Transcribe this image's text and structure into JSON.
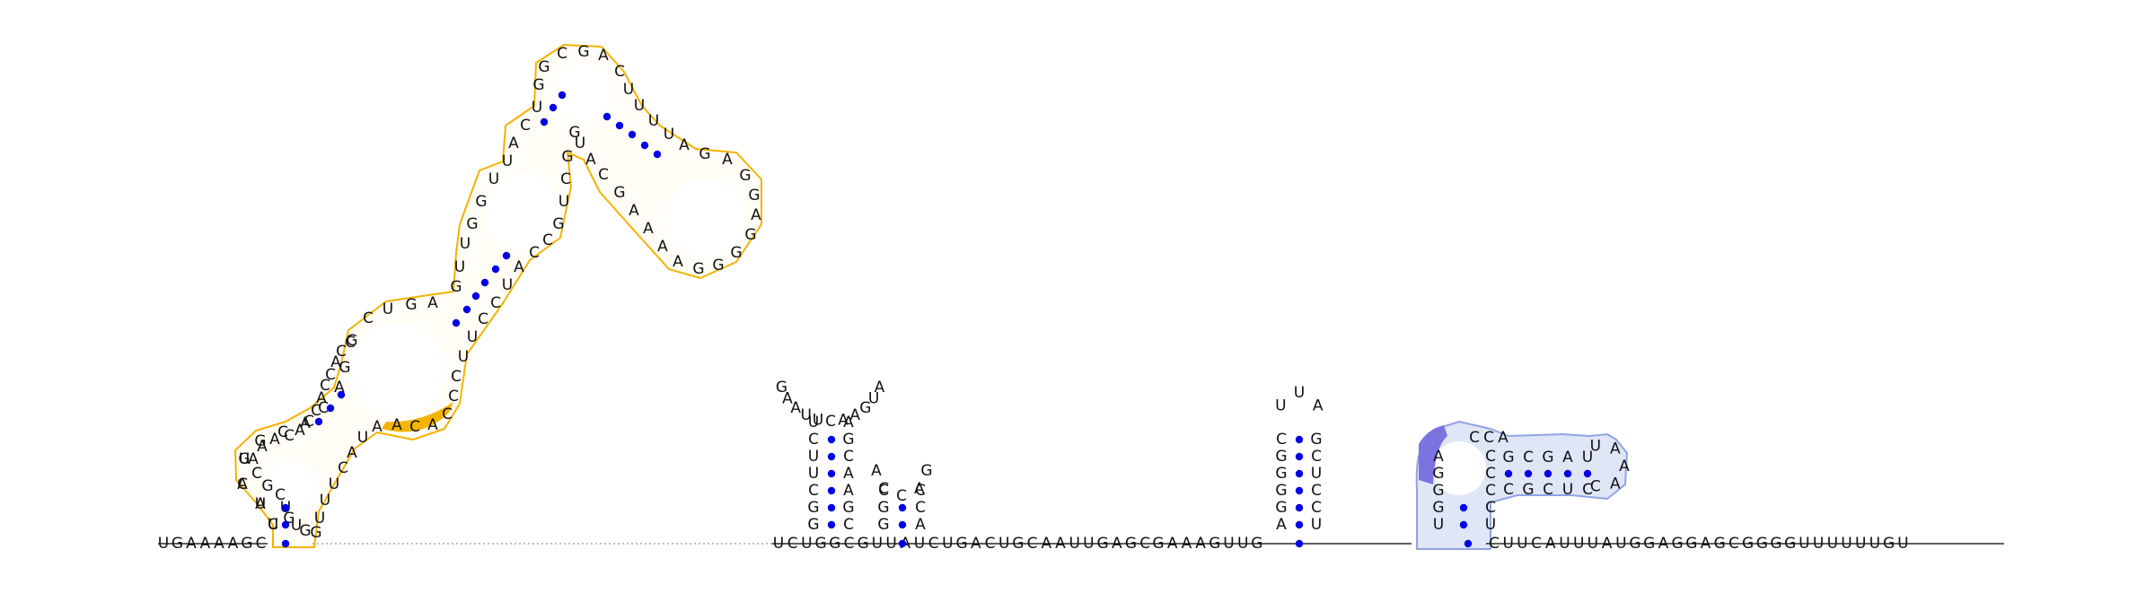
{
  "colors": {
    "outline_yellow": "#f2b300",
    "highlight_yellow": "#f4b400",
    "outline_blue": "#8fa4e8",
    "fill_blue": "#dfe6f6",
    "highlight_purple": "#7b73e0",
    "basepair_dot": "#0000e6"
  },
  "backbone": {
    "left_sequence": [
      "U",
      "G",
      "A",
      "A",
      "A",
      "A",
      "G",
      "C"
    ],
    "middle_sequence": [
      "U",
      "C",
      "U",
      "G",
      "G",
      "C",
      "G",
      "U",
      "U",
      "A",
      "U",
      "C",
      "U",
      "G",
      "A",
      "C",
      "U",
      "G",
      "C",
      "A",
      "A",
      "U",
      "U",
      "G",
      "A",
      "G",
      "C"
    ],
    "right_sequence_a": [
      "G",
      "A",
      "A",
      "A",
      "G",
      "U",
      "U",
      "G"
    ],
    "right_sequence_b": [
      "C",
      "U",
      "U",
      "C",
      "A",
      "U",
      "U",
      "U",
      "A",
      "U",
      "G",
      "G",
      "A",
      "G",
      "G",
      "A",
      "G",
      "C",
      "G",
      "G",
      "G",
      "G",
      "U",
      "U",
      "U",
      "U",
      "U",
      "U",
      "G",
      "U"
    ]
  },
  "hairpin1": {
    "left": [
      "U",
      "C",
      "U",
      "U",
      "C",
      "G",
      "G"
    ],
    "right": [
      "A",
      "G",
      "C",
      "A",
      "A",
      "G",
      "C"
    ],
    "loop": [
      "G",
      "A",
      "A",
      "U",
      "U",
      "C",
      "A",
      "A",
      "G",
      "U",
      "A"
    ]
  },
  "hairpin2": {
    "left": [
      "C",
      "G",
      "G"
    ],
    "right": [
      "C",
      "C",
      "A"
    ],
    "loop": [
      "A",
      "C",
      "C",
      "A",
      "G"
    ]
  },
  "hairpin3": {
    "left": [
      "C",
      "G",
      "G",
      "G",
      "G",
      "A"
    ],
    "right": [
      "G",
      "C",
      "U",
      "C",
      "C",
      "U"
    ],
    "loop": [
      "U",
      "U",
      "A"
    ]
  },
  "yellow_domain": {
    "letters": [
      "C",
      "U",
      "A",
      "U",
      "G",
      "C",
      "A",
      "C",
      "A",
      "G",
      "G",
      "C",
      "U",
      "G",
      "A",
      "G",
      "U",
      "U",
      "G",
      "G",
      "U",
      "U",
      "A",
      "C",
      "U",
      "G",
      "G",
      "C",
      "G",
      "A",
      "C",
      "U",
      "U",
      "U",
      "U",
      "A",
      "G",
      "A",
      "G",
      "G",
      "A",
      "G",
      "G",
      "G",
      "G",
      "A",
      "A",
      "A",
      "A",
      "G",
      "C",
      "A",
      "U",
      "G",
      "G",
      "C",
      "U",
      "G",
      "C",
      "C",
      "A",
      "U",
      "C",
      "C",
      "U",
      "U",
      "C",
      "C",
      "C",
      "A",
      "C",
      "A",
      "A",
      "U",
      "A",
      "C",
      "U",
      "U",
      "U",
      "G",
      "G",
      "U",
      "G",
      "U",
      "C",
      "G",
      "C",
      "A",
      "A",
      "A",
      "C",
      "A",
      "C",
      "C",
      "A",
      "C",
      "C",
      "A",
      "C",
      "C",
      "U",
      "A",
      "C",
      "G"
    ]
  },
  "blue_domain": {
    "stem_left": [
      "U",
      "G",
      "G",
      "G",
      "A"
    ],
    "stem_right": [
      "U",
      "C",
      "C",
      "C",
      "C"
    ],
    "loop_top": [
      "C",
      "C",
      "A"
    ],
    "inner_top": [
      "G",
      "C",
      "G",
      "A",
      "U"
    ],
    "inner_bottom": [
      "C",
      "G",
      "C",
      "U",
      "C"
    ],
    "loop_right": [
      "U",
      "A",
      "A",
      "A",
      "C"
    ]
  }
}
